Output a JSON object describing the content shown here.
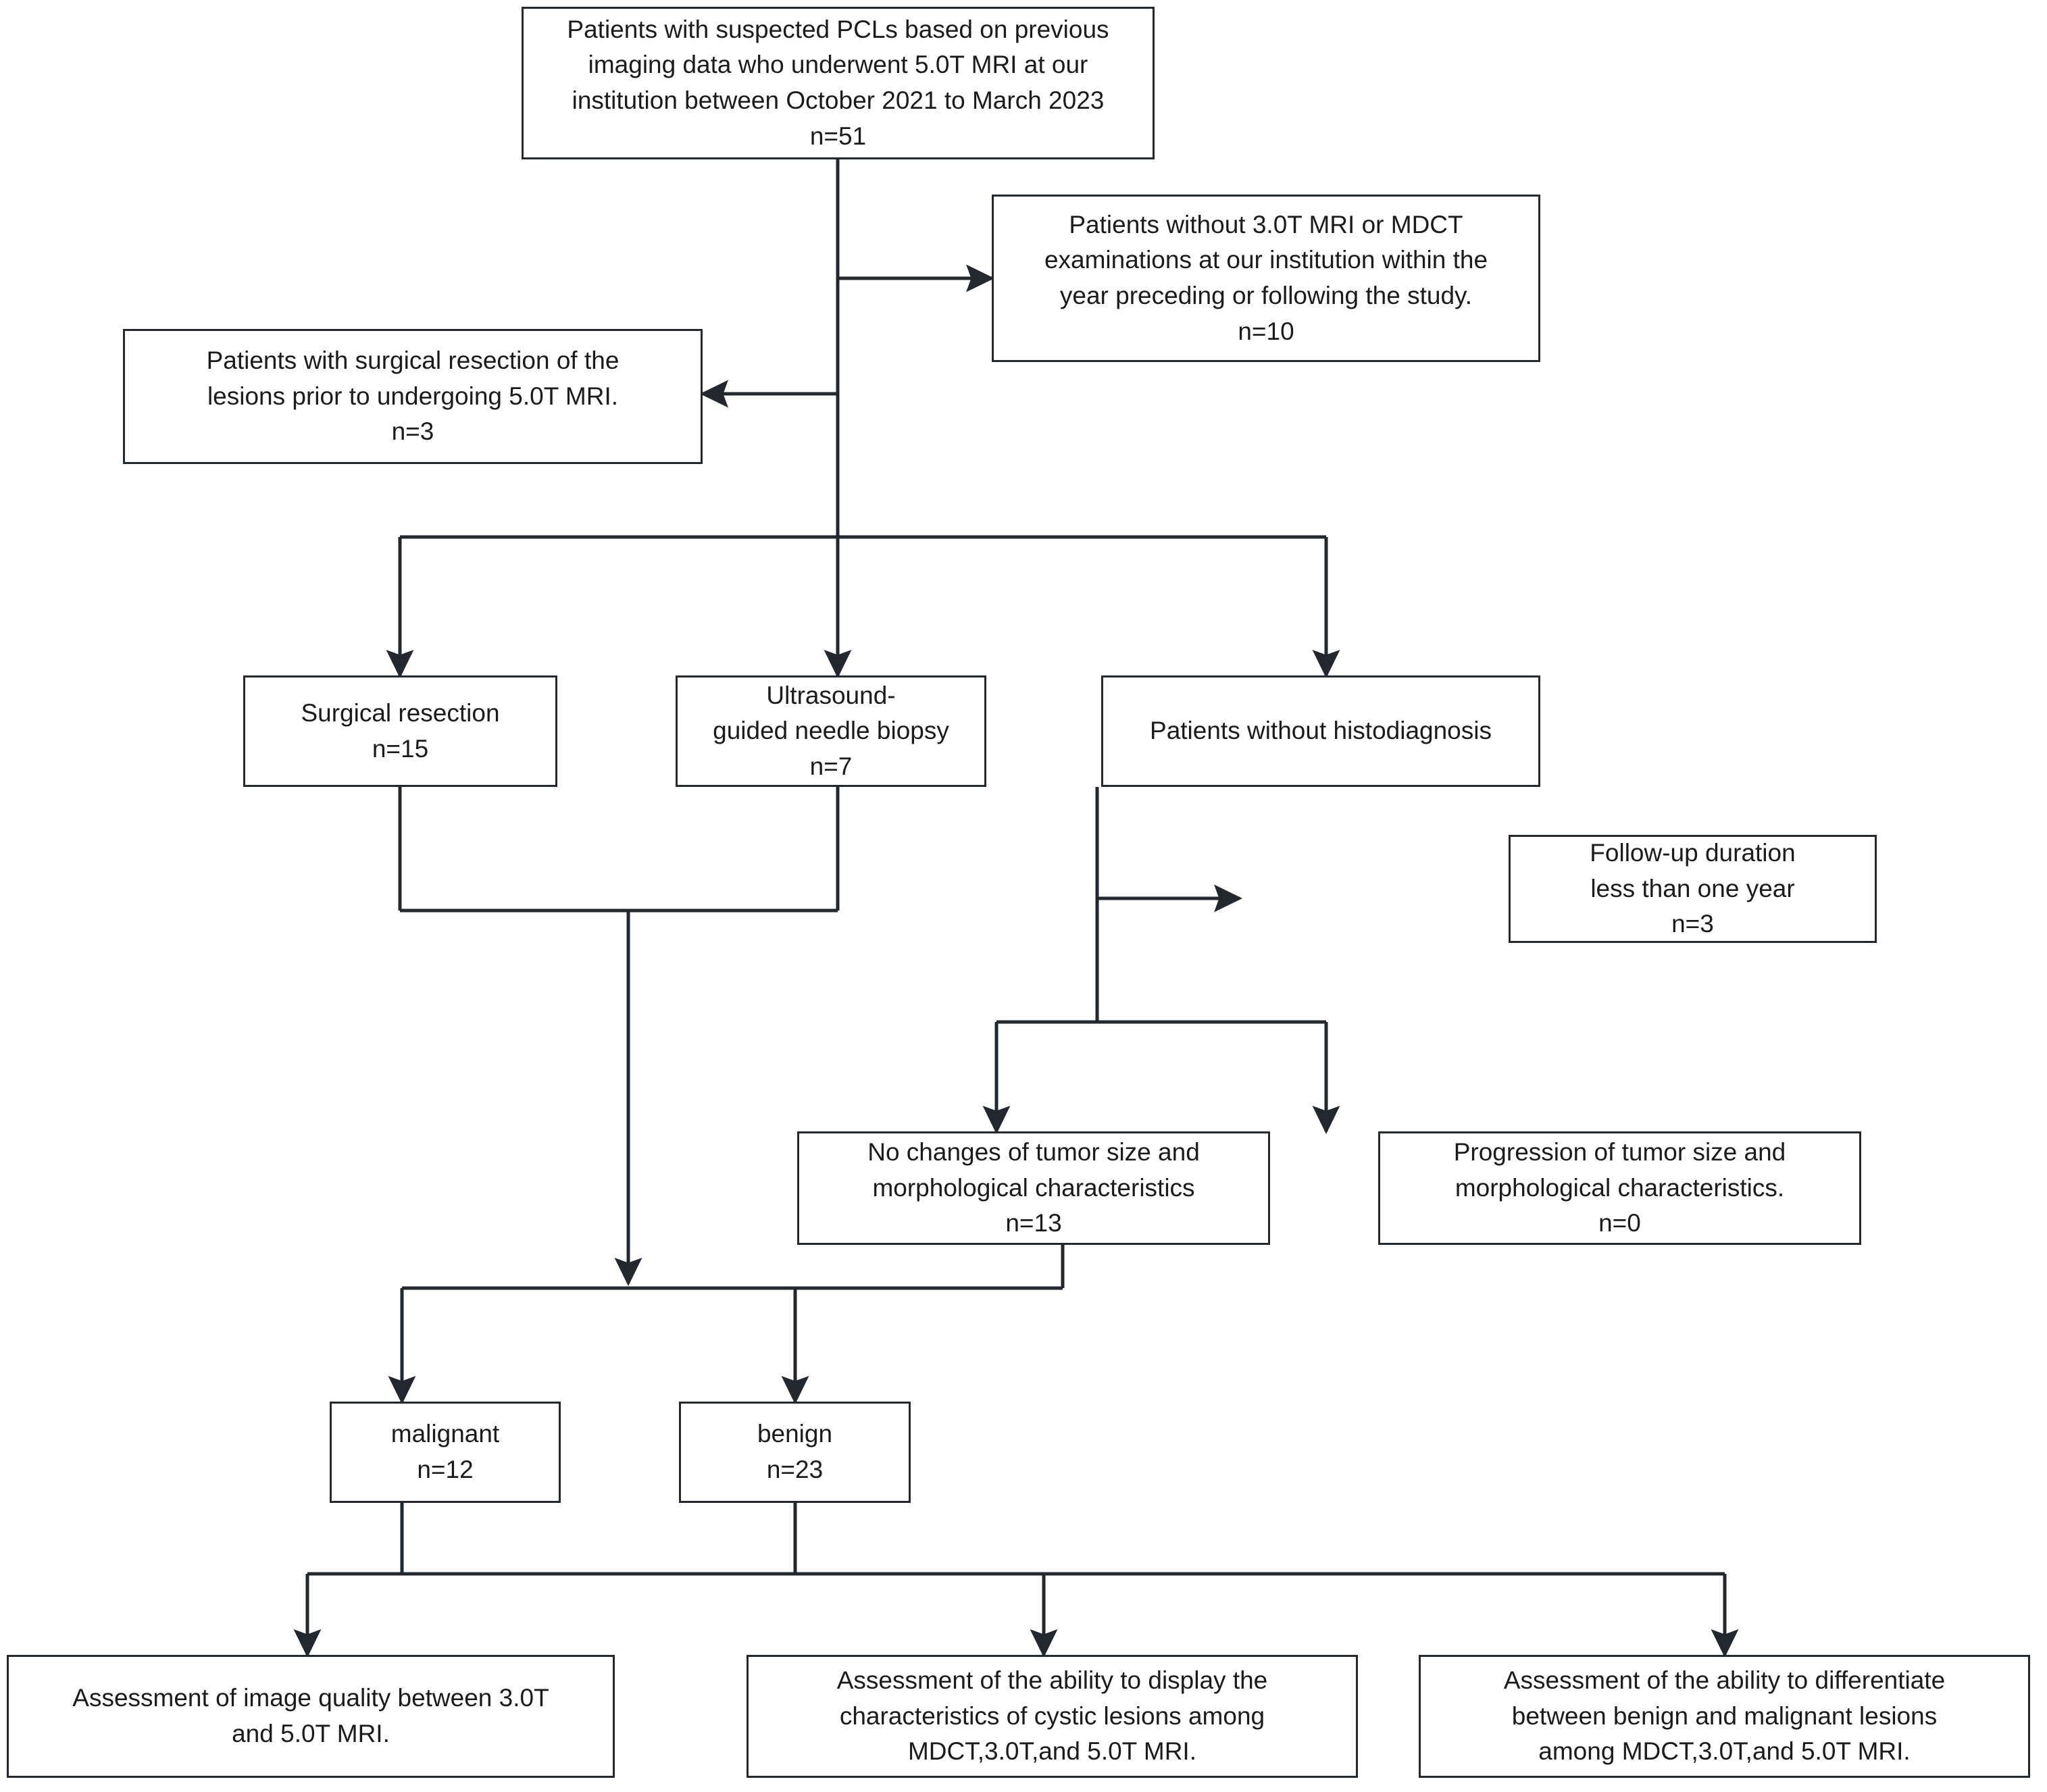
{
  "diagram": {
    "title": "Patient selection flowchart for pancreatic cystic lesions 5.0T MRI study",
    "colors": {
      "line": "#23282e",
      "box_border": "#23282e",
      "background": "#ffffff",
      "text": "#1b1b1b"
    },
    "nodes": {
      "enrollment": {
        "label": "Patients with suspected PCLs based on previous\nimaging data who underwent 5.0T MRI at our\ninstitution between October 2021 to March 2023\nn=51",
        "count": "n=51"
      },
      "exclusion_no_comparison_imaging": {
        "label": "Patients without 3.0T MRI or MDCT\nexaminations at our institution within the\nyear preceding or following the study.\nn=10",
        "count": "n=10"
      },
      "exclusion_prior_resection": {
        "label": "Patients with surgical resection of the\nlesions prior to undergoing 5.0T MRI.\nn=3",
        "count": "n=3"
      },
      "surgical_resection": {
        "label": "Surgical resection\nn=15",
        "count": "n=15"
      },
      "needle_biopsy": {
        "label": "Ultrasound-\nguided needle biopsy\nn=7",
        "count": "n=7"
      },
      "without_histodiagnosis": {
        "label": "Patients without histodiagnosis"
      },
      "exclusion_short_followup": {
        "label": "Follow-up duration\nless than one year\nn=3",
        "count": "n=3"
      },
      "no_change": {
        "label": "No changes of tumor size and\nmorphological characteristics\nn=13",
        "count": "n=13"
      },
      "progression": {
        "label": "Progression of tumor size and\nmorphological characteristics.\nn=0",
        "count": "n=0"
      },
      "malignant": {
        "label": "malignant\nn=12",
        "count": "n=12"
      },
      "benign": {
        "label": "benign\nn=23",
        "count": "n=23"
      },
      "assessment_image_quality": {
        "label": "Assessment of image quality between 3.0T\nand 5.0T MRI."
      },
      "assessment_cystic_characteristics": {
        "label": "Assessment of the ability to display the\ncharacteristics of cystic lesions among\nMDCT,3.0T,and 5.0T MRI."
      },
      "assessment_differentiation": {
        "label": "Assessment of the ability to differentiate\nbetween benign and malignant lesions\namong MDCT,3.0T,and 5.0T MRI."
      }
    }
  }
}
